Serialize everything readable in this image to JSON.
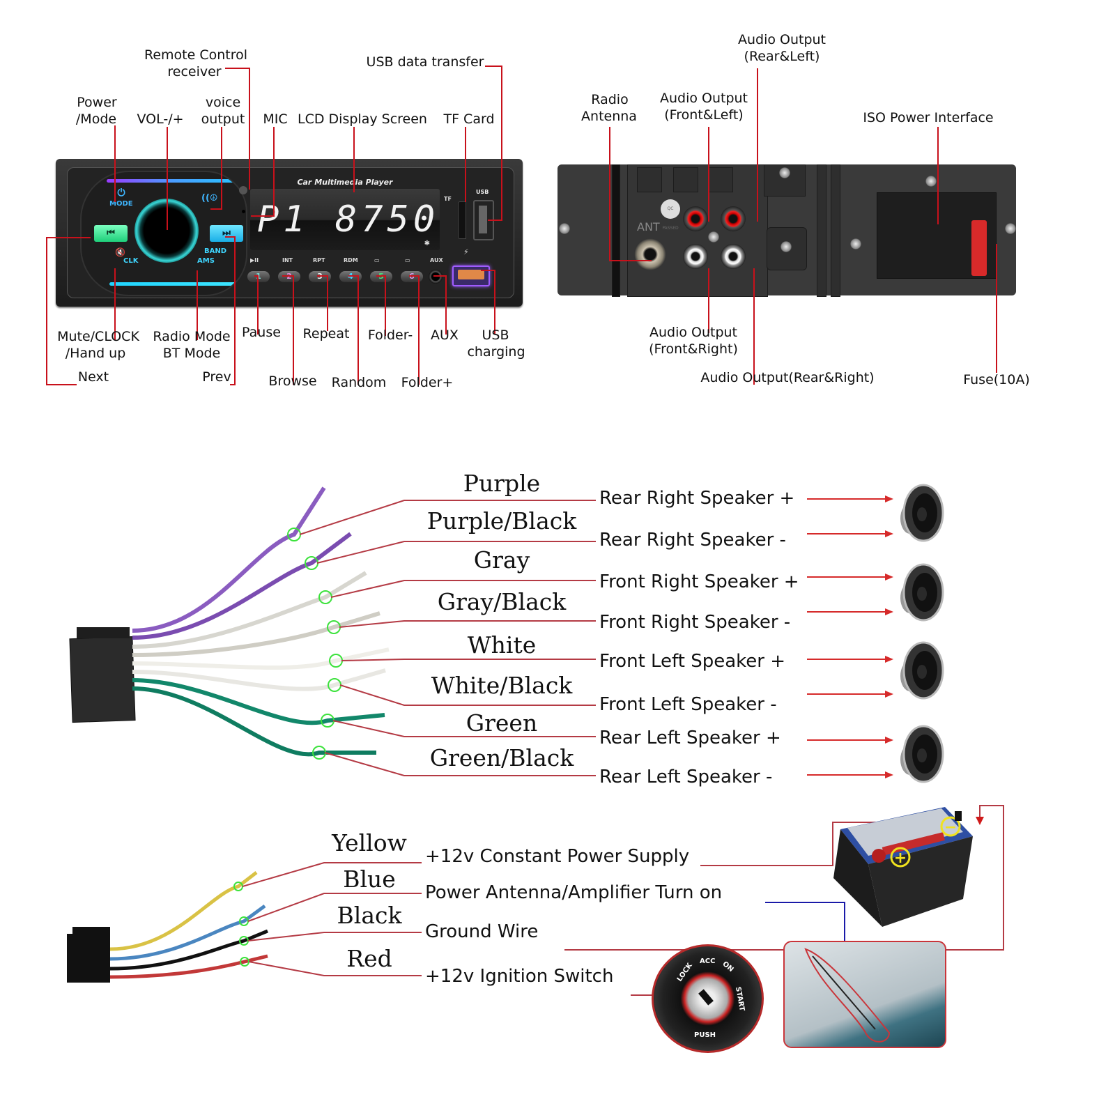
{
  "front_panel": {
    "title": "Car Multimedia Player",
    "lcd_text": "P1 8750",
    "mode_label": "MODE",
    "band_label": "BAND",
    "ams_label": "AMS",
    "clk_label": "CLK",
    "usb_label": "USB",
    "tf_label": "TF",
    "prev_glyph": "⏮",
    "next_glyph": "⏭",
    "under_labels": [
      "▶II",
      "INT",
      "RPT",
      "RDM",
      "▭",
      "▭",
      "AUX"
    ],
    "number_buttons": [
      {
        "label": "1",
        "color": "#7fd6d0"
      },
      {
        "label": "2",
        "color": "#e48ad8"
      },
      {
        "label": "3",
        "color": "#eeeeee"
      },
      {
        "label": "4",
        "color": "#3fd3ff"
      },
      {
        "label": "5",
        "color": "#46e07c"
      },
      {
        "label": "6",
        "color": "#d59ae8"
      }
    ],
    "callouts_top": {
      "power_mode": [
        "Power",
        "/Mode"
      ],
      "vol": "VOL-/+",
      "voice_output": [
        "voice",
        "output"
      ],
      "remote": [
        "Remote Control",
        "receiver"
      ],
      "mic": "MIC",
      "lcd": "LCD Display Screen",
      "tf_card": "TF Card",
      "usb_data": "USB data transfer"
    },
    "callouts_bottom": {
      "mute": [
        "Mute/CLOCK",
        "/Hand up"
      ],
      "radio_mode": [
        "Radio Mode",
        "BT Mode"
      ],
      "next": "Next",
      "prev": "Prev",
      "pause": "Pause",
      "browse": "Browse",
      "repeat": "Repeat",
      "random": "Random",
      "folder_minus": "Folder-",
      "folder_plus": "Folder+",
      "aux": "AUX",
      "usb_charging": [
        "USB",
        "charging"
      ]
    }
  },
  "rear_panel": {
    "ant_label": "ANT",
    "qc_label": "QC PASSED",
    "callouts": {
      "radio_antenna": [
        "Radio",
        "Antenna"
      ],
      "audio_front_left": [
        "Audio Output",
        "(Front&Left)"
      ],
      "audio_rear_left": [
        "Audio Output",
        "(Rear&Left)"
      ],
      "iso_power": "ISO Power Interface",
      "audio_front_right": [
        "Audio Output",
        "(Front&Right)"
      ],
      "audio_rear_right": "Audio Output(Rear&Right)",
      "fuse": "Fuse(10A)"
    }
  },
  "speaker_wiring": {
    "wires": [
      {
        "color_name": "Purple",
        "function": "Rear Right Speaker +",
        "wire_color": "#8a5cc0"
      },
      {
        "color_name": "Purple/Black",
        "function": "Rear Right Speaker -",
        "wire_color": "#7a4cb0"
      },
      {
        "color_name": "Gray",
        "function": "Front Right Speaker +",
        "wire_color": "#d7d6cf"
      },
      {
        "color_name": "Gray/Black",
        "function": "Front Right Speaker -",
        "wire_color": "#cfcdc4"
      },
      {
        "color_name": "White",
        "function": "Front Left Speaker +",
        "wire_color": "#efeee8"
      },
      {
        "color_name": "White/Black",
        "function": "Front Left Speaker -",
        "wire_color": "#e8e7e2"
      },
      {
        "color_name": "Green",
        "function": "Rear Left Speaker +",
        "wire_color": "#12876a"
      },
      {
        "color_name": "Green/Black",
        "function": "Rear Left Speaker -",
        "wire_color": "#0f7c60"
      }
    ]
  },
  "power_wiring": {
    "wires": [
      {
        "color_name": "Yellow",
        "function": "+12v Constant Power Supply",
        "wire_color": "#d9c245"
      },
      {
        "color_name": "Blue",
        "function": "Power Antenna/Amplifier Turn on",
        "wire_color": "#4a86c0"
      },
      {
        "color_name": "Black",
        "function": "Ground Wire",
        "wire_color": "#111111"
      },
      {
        "color_name": "Red",
        "function": "+12v Ignition Switch",
        "wire_color": "#c23838"
      }
    ],
    "battery_plus": "+",
    "battery_minus": "−",
    "ignition_labels": [
      "LOCK",
      "ACC",
      "ON",
      "START",
      "PUSH"
    ]
  },
  "colors": {
    "callout_line": "#c8111b",
    "leader_line": "#b43a44",
    "marker_circle": "#3ce23c",
    "blue_line": "#1a1aa8"
  }
}
